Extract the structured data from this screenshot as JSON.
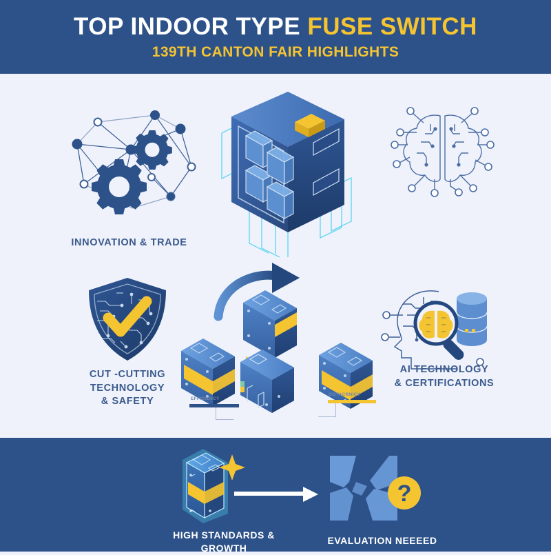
{
  "header": {
    "title_part1": "TOP INDOOR TYPE ",
    "title_accent": "FUSE SWITCH",
    "subtitle": "139TH CANTON FAIR HIGHLIGHTS"
  },
  "colors": {
    "navy": "#2d5189",
    "navy_dark": "#1f3f6e",
    "yellow": "#f5c431",
    "body_bg": "#eff2fb",
    "caption": "#3a5a8c",
    "blue_mid": "#4a78bd",
    "blue_light": "#7da7de",
    "cyan": "#4fd2f0",
    "white": "#ffffff"
  },
  "main": {
    "items": [
      {
        "id": "innovation-trade",
        "label": "INNOVATION & TRADE",
        "icon": "network-gears-icon"
      },
      {
        "id": "fuse-switch-cabinet",
        "label": "",
        "icon": "switchgear-cabinet-icon"
      },
      {
        "id": "ai-brain",
        "label": "",
        "icon": "ai-brain-circuit-icon"
      },
      {
        "id": "cut-cutting-safety",
        "label": "CUT -CUTTING\nTECHNOLOGY\n& SAFETY",
        "icon": "shield-check-icon"
      },
      {
        "id": "efficiency",
        "label": "EFFICIENCY",
        "icon": "fuse-block-icon"
      },
      {
        "id": "reliability",
        "label": "RELIABILITY",
        "icon": "fuse-block-icon"
      },
      {
        "id": "ai-technology-certifications",
        "label": "AI TECHNOLOGY\n& CERTIFICATIONS",
        "icon": "head-magnifier-database-icon"
      }
    ],
    "caption_lines": {
      "cut_cutting": [
        "CUT -CUTTING",
        "TECHNOLOGY",
        "& SAFETY"
      ],
      "ai_tech": [
        "AI TECHNOLOGY",
        "& CERTIFICATIONS"
      ]
    },
    "mini_labels": {
      "left": "EFFICIENCY",
      "right": "OOTACRNICY"
    }
  },
  "footer": {
    "left_label": "HIGH STANDARDS & GROWTH",
    "right_label": "EVALUATION NEEEED",
    "question_mark": "?",
    "arrow": "arrow-right-icon"
  }
}
